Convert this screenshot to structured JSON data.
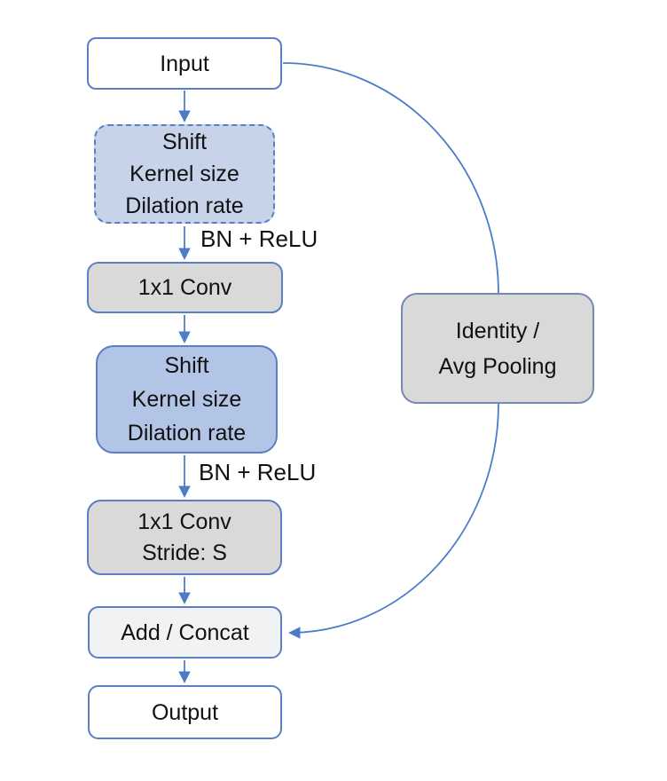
{
  "diagram": {
    "nodes": {
      "input": {
        "label": "Input"
      },
      "shift_pre": {
        "lines": [
          "Shift",
          "Kernel size",
          "Dilation rate"
        ]
      },
      "conv1": {
        "label": "1x1 Conv"
      },
      "shift_main": {
        "lines": [
          "Shift",
          "Kernel size",
          "Dilation rate"
        ]
      },
      "conv2": {
        "lines": [
          "1x1 Conv",
          "Stride: S"
        ]
      },
      "add": {
        "label": "Add / Concat"
      },
      "output": {
        "label": "Output"
      },
      "skip": {
        "lines": [
          "Identity /",
          "Avg Pooling"
        ]
      }
    },
    "edges": [
      {
        "from": "input",
        "to": "shift_pre",
        "label": ""
      },
      {
        "from": "shift_pre",
        "to": "conv1",
        "label": "BN + ReLU"
      },
      {
        "from": "conv1",
        "to": "shift_main",
        "label": ""
      },
      {
        "from": "shift_main",
        "to": "conv2",
        "label": "BN + ReLU"
      },
      {
        "from": "conv2",
        "to": "add",
        "label": ""
      },
      {
        "from": "add",
        "to": "output",
        "label": ""
      },
      {
        "from": "input",
        "to": "add",
        "via": "skip",
        "label": ""
      }
    ],
    "colors": {
      "border_blue": "#5b7fc4",
      "border_muted": "#7689b2",
      "arrow_blue": "#4d7cc7",
      "fill_blue_light": "#c7d3e9",
      "fill_blue": "#b3c5e6",
      "fill_gray": "#d9d9d9",
      "fill_gray_light": "#f1f2f4",
      "fill_white": "#ffffff",
      "text": "#111111",
      "background": "#ffffff"
    }
  }
}
